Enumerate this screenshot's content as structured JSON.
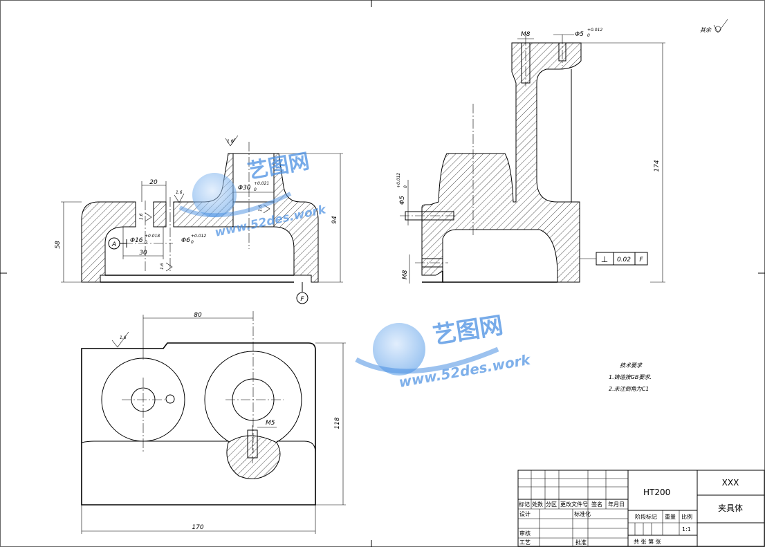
{
  "roughness": "其余",
  "front_view": {
    "dims": {
      "w20": "20",
      "ra_top": "1.6",
      "ra_left": "1.6",
      "ra_hole": "1.6",
      "ra_bore": "1.6",
      "ra_bottom": "1.6",
      "d30": "Φ30",
      "d30_tol": "+0.021",
      "d30_tol_low": "0",
      "d16": "Φ16",
      "d16_tol": "+0.018",
      "d16_tol_low": "0",
      "d6": "Φ6",
      "d6_tol": "+0.012",
      "d6_tol_low": "0",
      "w30": "30",
      "h58": "58",
      "h94": "94"
    },
    "datum_a": "A",
    "datum_f": "F"
  },
  "side_view": {
    "dims": {
      "m8_top": "M8",
      "d5_top": "Φ5",
      "d5_top_tol": "+0.012",
      "d5_top_tol_low": "0",
      "h174": "174",
      "d5_left": "Φ5",
      "d5_left_tol": "+0.012",
      "d5_left_tol_low": "0",
      "m8_left": "M8"
    },
    "tolerance_frame": {
      "symbol": "⊥",
      "value": "0.02",
      "datum": "F"
    }
  },
  "top_view": {
    "dims": {
      "w80": "80",
      "ra_top": "1.6",
      "m5": "M5",
      "h118": "118",
      "w170": "170"
    }
  },
  "tech_notes": {
    "title": "技术要求",
    "items": [
      "1.铸造按GB要求.",
      "2.未注倒角为C1"
    ]
  },
  "watermark": {
    "name": "艺图网",
    "url": "www.52des.work"
  },
  "title_block": {
    "material": "HT200",
    "code": "XXX",
    "part_name": "夹具体",
    "header_row": [
      "标记",
      "处数",
      "分区",
      "更改文件号",
      "签名",
      "年月日"
    ],
    "design": "设计",
    "standardize": "标准化",
    "review": "审核",
    "process": "工艺",
    "approve": "批准",
    "stage_mark": "阶段标记",
    "weight": "重量",
    "scale": "比例",
    "scale_value": "1:1",
    "sheet_info": "共  张  第  张"
  }
}
